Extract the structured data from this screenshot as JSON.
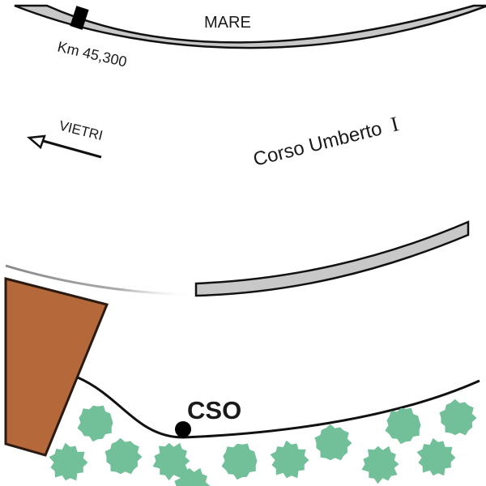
{
  "map": {
    "labels": {
      "sea": "MARE",
      "kilometer_marker": "Km 45,300",
      "direction": "VIETRI",
      "street": "Corso Umberto",
      "street_numeral": "I",
      "outfall": "CSO"
    },
    "colors": {
      "road_fill": "#c8c8c8",
      "outline": "#111111",
      "building": "#b5693a",
      "building_outline": "#2a1a12",
      "vegetation": "#72c09a",
      "cso_point": "#000000"
    },
    "vegetation_count": 13
  }
}
